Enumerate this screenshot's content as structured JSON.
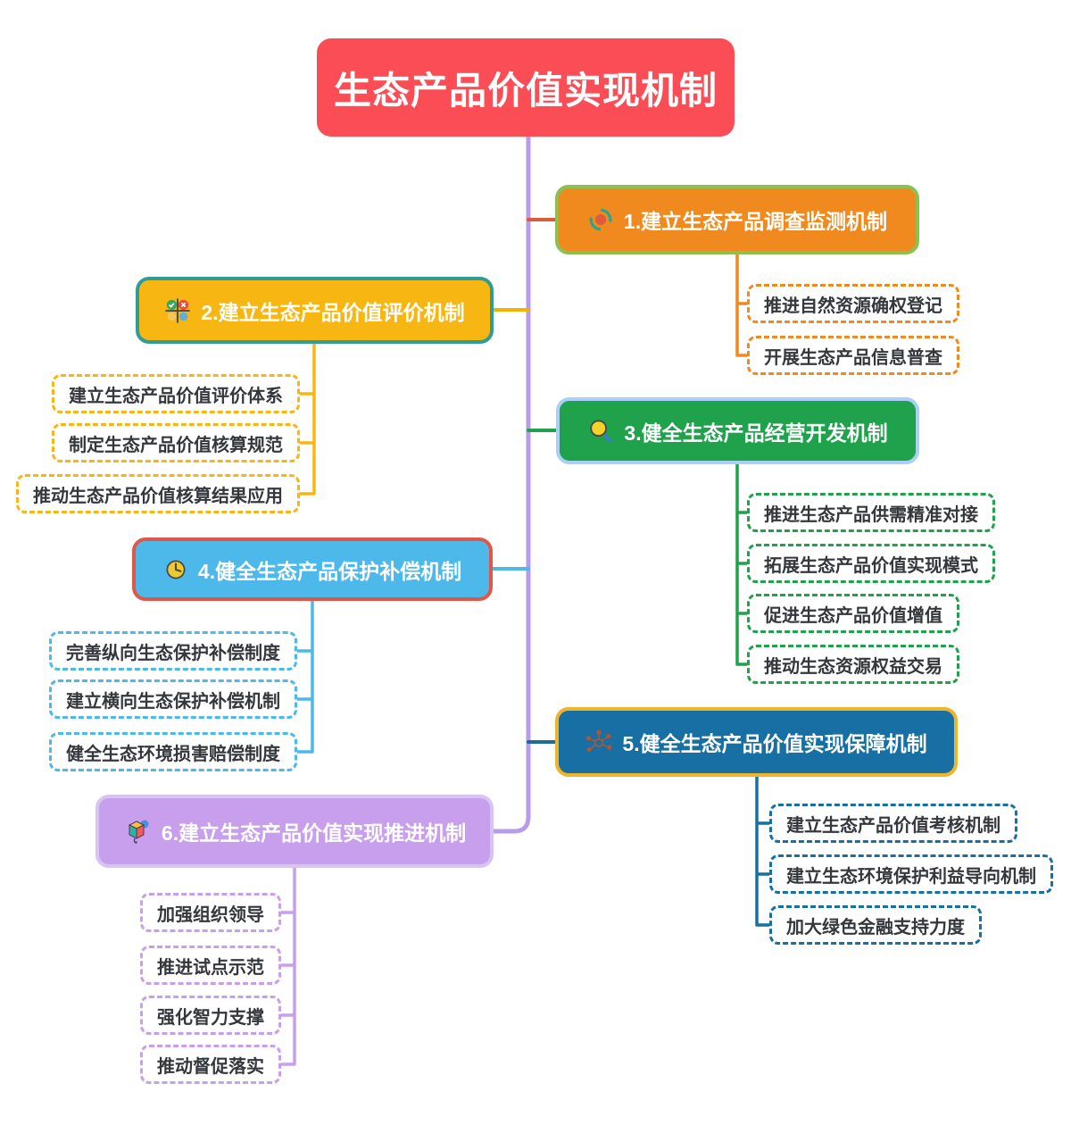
{
  "root": {
    "label": "生态产品价值实现机制"
  },
  "colors": {
    "root_bg": "#FA4D55",
    "spine": "#B79CE8",
    "child_text": "#34373C"
  },
  "branches": [
    {
      "label": "1.建立生态产品调查监测机制",
      "icon": "refresh-icon",
      "fill": "#F08A1E",
      "border": "#8CC152",
      "connector": "#DD5A3A",
      "children": [
        "推进自然资源确权登记",
        "开展生态产品信息普查"
      ]
    },
    {
      "label": "2.建立生态产品价值评价机制",
      "icon": "quad-circles-icon",
      "fill": "#F7B612",
      "border": "#2E9D96",
      "connector": "#F2B200",
      "children": [
        "建立生态产品价值评价体系",
        "制定生态产品价值核算规范",
        "推动生态产品价值核算结果应用"
      ]
    },
    {
      "label": "3.健全生态产品经营开发机制",
      "icon": "magnifier-icon",
      "fill": "#1FA24B",
      "border": "#A9D0F5",
      "connector": "#1FA24B",
      "children": [
        "推进生态产品供需精准对接",
        "拓展生态产品价值实现模式",
        "促进生态产品价值增值",
        "推动生态资源权益交易"
      ]
    },
    {
      "label": "4.健全生态产品保护补偿机制",
      "icon": "clock-icon",
      "fill": "#4DB8EA",
      "border": "#E05748",
      "connector": "#4DB8EA",
      "children": [
        "完善纵向生态保护补偿制度",
        "建立横向生态保护补偿机制",
        "健全生态环境损害赔偿制度"
      ]
    },
    {
      "label": "5.健全生态产品价值实现保障机制",
      "icon": "network-icon",
      "fill": "#176FA3",
      "border": "#F0B429",
      "connector": "#1B6B9C",
      "children": [
        "建立生态产品价值考核机制",
        "建立生态环境保护利益导向机制",
        "加大绿色金融支持力度"
      ]
    },
    {
      "label": "6.建立生态产品价值实现推进机制",
      "icon": "cube-icon",
      "fill": "#C79FED",
      "border": "#D8C4F4",
      "connector": "#B79CE8",
      "children": [
        "加强组织领导",
        "推进试点示范",
        "强化智力支撑",
        "推动督促落实"
      ]
    }
  ]
}
